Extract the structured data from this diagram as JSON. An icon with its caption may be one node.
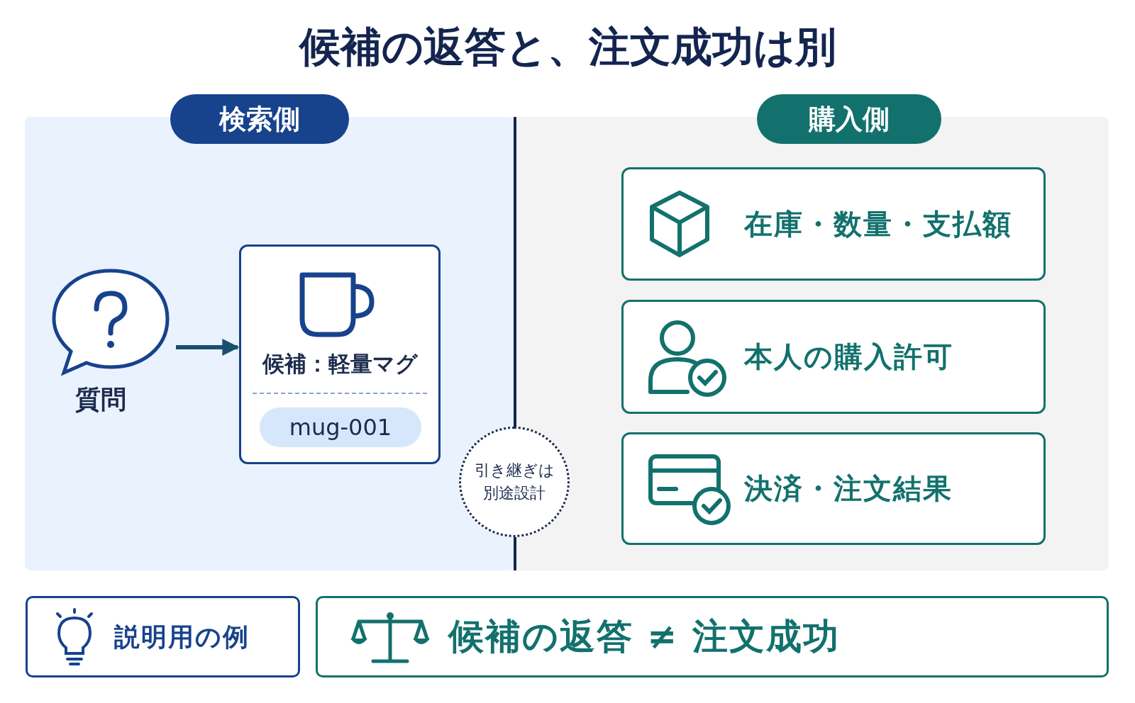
{
  "diagram": {
    "title": "候補の返答と、注文成功は別",
    "nodes": [
      {
        "text": [
          "検索側"
        ]
      },
      {
        "text": [
          "質問"
        ],
        "in": 0
      },
      {
        "text": [
          "候補：軽量マグ",
          "mug-001"
        ],
        "in": 0
      },
      {
        "text": [
          "購入側"
        ]
      },
      {
        "text": [
          "在庫・数量・支払額"
        ],
        "in": 3
      },
      {
        "text": [
          "本人の購入許可"
        ],
        "in": 3
      },
      {
        "text": [
          "決済・注文結果"
        ],
        "in": 3
      },
      {
        "text": [
          "引き継ぎは別途設計"
        ]
      },
      {
        "text": [
          "説明用の例"
        ]
      },
      {
        "text": [
          "候補の返答 ≠ 注文成功"
        ]
      }
    ],
    "edges": [
      {
        "from": 1,
        "to": 2,
        "arrow": "to"
      }
    ]
  }
}
